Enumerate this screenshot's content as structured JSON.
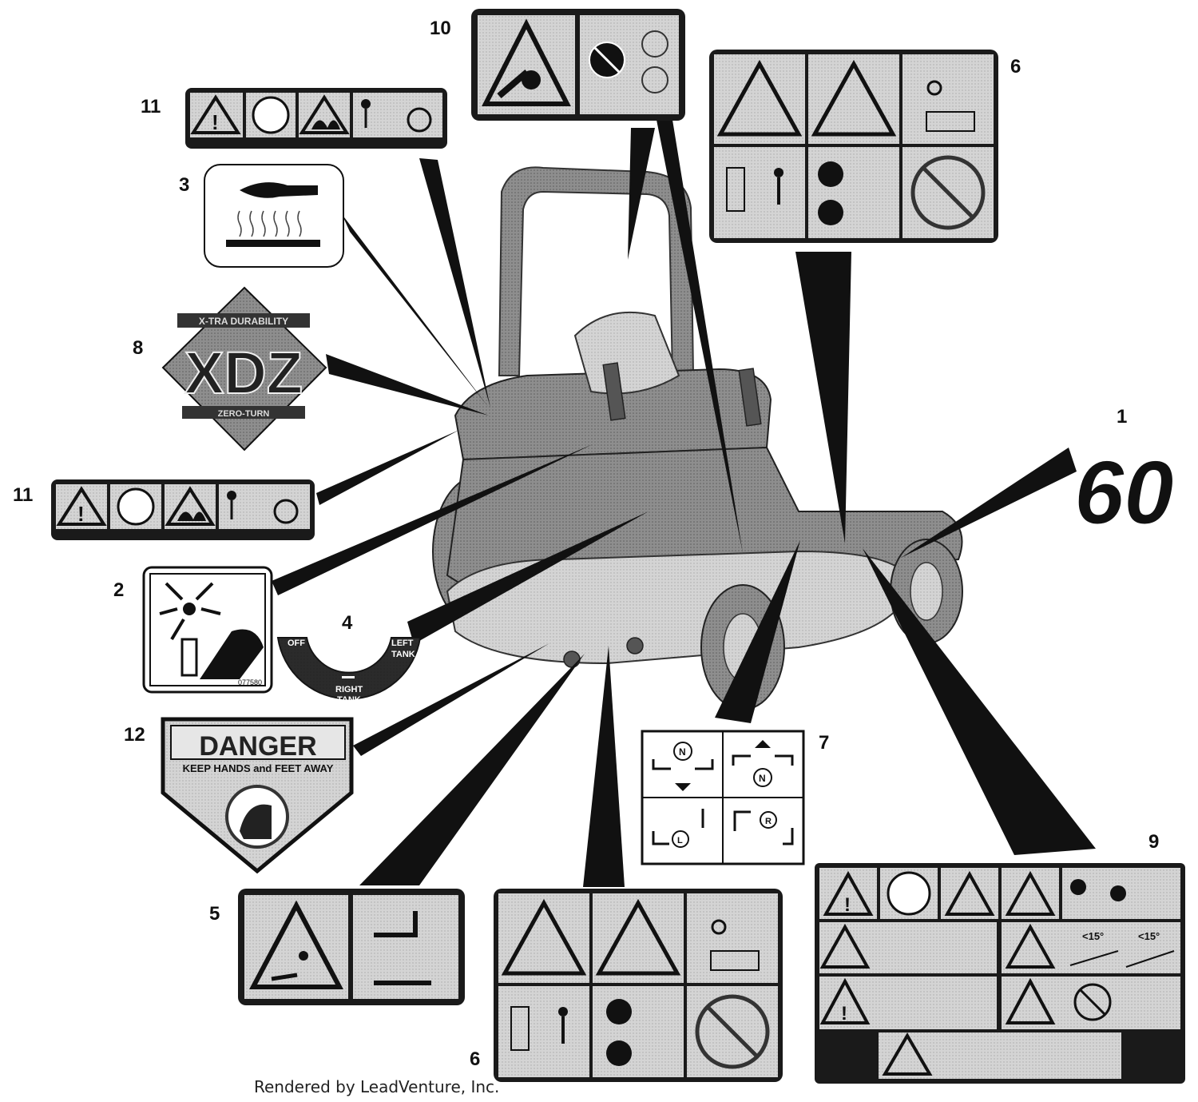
{
  "callouts": {
    "n1": "1",
    "n2": "2",
    "n3": "3",
    "n4": "4",
    "n5": "5",
    "n6a": "6",
    "n6b": "6",
    "n7": "7",
    "n8": "8",
    "n9": "9",
    "n10": "10",
    "n11a": "11",
    "n11b": "11",
    "n12": "12"
  },
  "decals": {
    "deck_size": "60",
    "xdz_top": "X-TRA DURABILITY",
    "xdz_main": "XDZ",
    "xdz_bottom": "ZERO-TURN",
    "tank_off": "OFF",
    "tank_left_1": "LEFT",
    "tank_left_2": "TANK",
    "tank_right_1": "RIGHT",
    "tank_right_2": "TANK",
    "danger_title": "DANGER",
    "danger_sub": "KEEP HANDS and FEET AWAY",
    "part_no_2": "077580",
    "slope_1": "<15°",
    "slope_2": "<15°"
  },
  "footer": "Rendered by LeadVenture, Inc.",
  "colors": {
    "decal_bg": "#cfcfcf",
    "frame": "#1a1a1a",
    "mower": "#9a9a9a"
  }
}
